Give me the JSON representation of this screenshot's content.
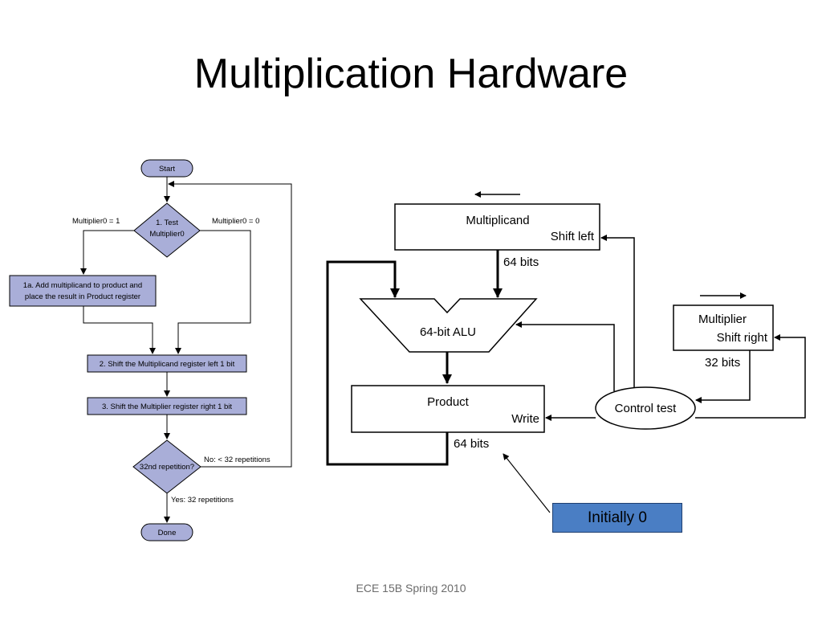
{
  "title": "Multiplication Hardware",
  "footer": "ECE 15B Spring 2010",
  "flowchart": {
    "start": "Start",
    "test_line1": "1.  Test",
    "test_line2": "Multiplier0",
    "branch_left": "Multiplier0 = 1",
    "branch_right": "Multiplier0 = 0",
    "step1a_line1": "1a.  Add multiplicand to product and",
    "step1a_line2": "place the result in Product register",
    "step2": "2.  Shift the Multiplicand register left 1 bit",
    "step3": "3.  Shift the Multiplier register right 1 bit",
    "repeat_q": "32nd repetition?",
    "no_label": "No: < 32 repetitions",
    "yes_label": "Yes: 32 repetitions",
    "done": "Done",
    "colors": {
      "box_fill": "#a9aed8",
      "stroke": "#000000"
    }
  },
  "hardware": {
    "multiplicand": "Multiplicand",
    "shift_left": "Shift left",
    "bits64_top": "64 bits",
    "alu": "64-bit ALU",
    "multiplier": "Multiplier",
    "shift_right": "Shift right",
    "bits32": "32 bits",
    "product": "Product",
    "write": "Write",
    "control": "Control test",
    "bits64_bottom": "64 bits",
    "initially": "Initially 0"
  }
}
